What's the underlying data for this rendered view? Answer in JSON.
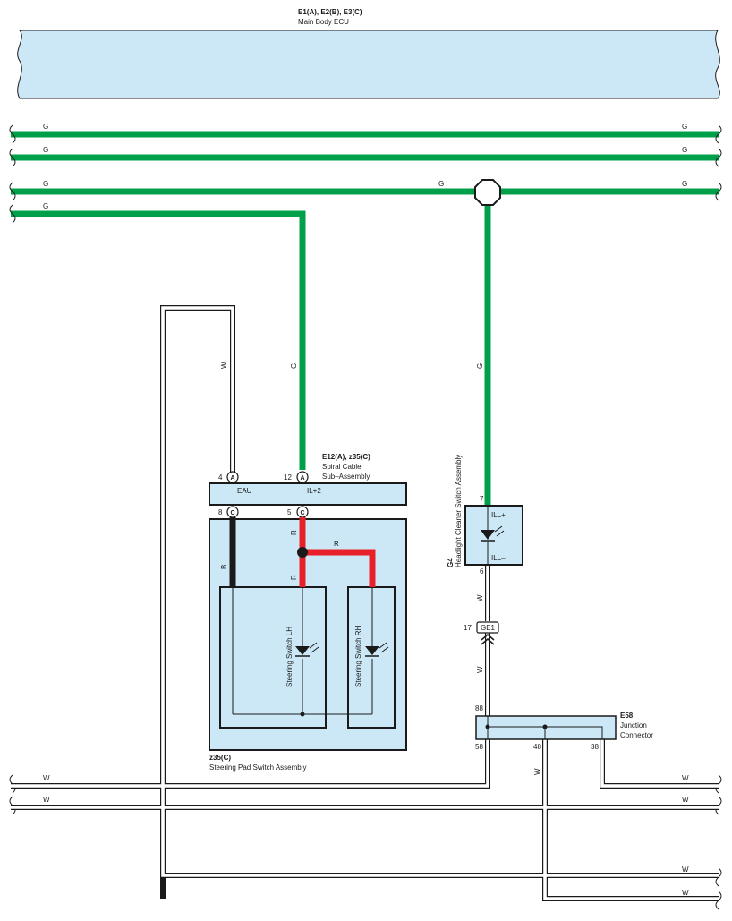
{
  "colors": {
    "green": "#00a04a",
    "red": "#e8202a",
    "black": "#1a1a1a",
    "white_wire": "#ffffff",
    "component_fill": "#cce8f7"
  },
  "ecu": {
    "code": "E1(A), E2(B), E3(C)",
    "name": "Main Body ECU"
  },
  "wires": {
    "green_label": "G",
    "white_label": "W",
    "red_label": "R",
    "black_label": "B"
  },
  "spiral_cable": {
    "code": "E12(A), z35(C)",
    "name_line1": "Spiral Cable",
    "name_line2": "Sub–Assembly",
    "pin_eau_num": "4",
    "pin_eau_conn": "A",
    "pin_ill_num": "12",
    "pin_ill_conn": "A",
    "terminal_eau": "EAU",
    "terminal_ill": "IL+2",
    "pin_b_num": "8",
    "pin_b_conn": "C",
    "pin_r_num": "5",
    "pin_r_conn": "C"
  },
  "steering_pad": {
    "code": "z35(C)",
    "name": "Steering Pad Switch Assembly",
    "switch_lh": "Steering Switch LH",
    "switch_rh": "Steering Switch RH"
  },
  "headlight_cleaner": {
    "code": "G4",
    "name": "Headlight Cleaner Switch Assembly",
    "pin_top": "7",
    "pin_bottom": "6",
    "terminal_top": "ILL+",
    "terminal_bottom": "ILL–"
  },
  "connector_ge1": {
    "pin": "17",
    "label": "GE1"
  },
  "junction": {
    "code": "E58",
    "name_line1": "Junction",
    "name_line2": "Connector",
    "pin_in": "88",
    "pin_a": "58",
    "pin_b": "48",
    "pin_c": "38"
  }
}
